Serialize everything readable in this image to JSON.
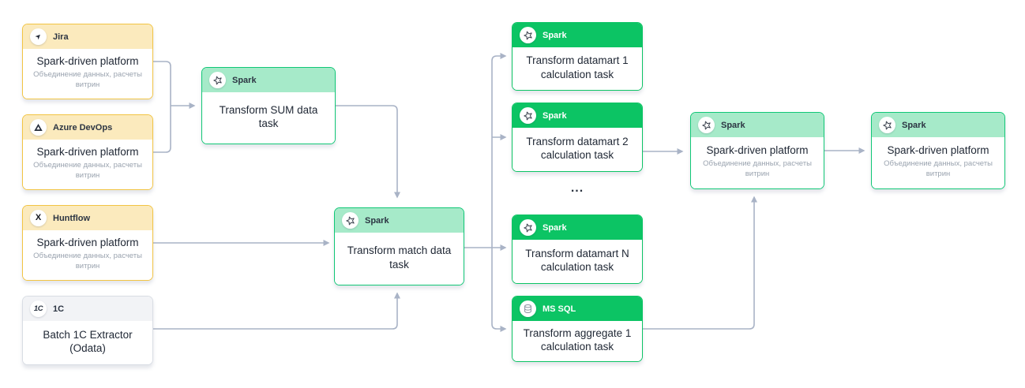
{
  "nodes": {
    "jira": {
      "header": "Jira",
      "icon": "jira-icon",
      "title": "Spark-driven platform",
      "subtitle": "Объединение данных, расчеты витрин"
    },
    "azure_devops": {
      "header": "Azure DevOps",
      "icon": "azure-devops-icon",
      "title": "Spark-driven platform",
      "subtitle": "Объединение данных, расчеты витрин"
    },
    "huntflow": {
      "header": "Huntflow",
      "icon": "huntflow-icon",
      "title": "Spark-driven platform",
      "subtitle": "Объединение данных, расчеты витрин"
    },
    "one_c": {
      "header": "1C",
      "icon": "1c-icon",
      "title": "Batch 1C Extractor (Odata)"
    },
    "transform_sum": {
      "header": "Spark",
      "icon": "spark-icon",
      "title": "Transform SUM data task"
    },
    "transform_match": {
      "header": "Spark",
      "icon": "spark-icon",
      "title": "Transform match data task"
    },
    "datamart_1": {
      "header": "Spark",
      "icon": "spark-icon",
      "title": "Transform datamart 1 calculation task"
    },
    "datamart_2": {
      "header": "Spark",
      "icon": "spark-icon",
      "title": "Transform datamart 2 calculation task"
    },
    "datamart_n": {
      "header": "Spark",
      "icon": "spark-icon",
      "title": "Transform datamart N calculation task"
    },
    "aggregate_1": {
      "header": "MS SQL",
      "icon": "mssql-icon",
      "title": "Transform aggregate 1 calculation task"
    },
    "platform_mid": {
      "header": "Spark",
      "icon": "spark-icon",
      "title": "Spark-driven platform",
      "subtitle": "Объединение данных, расчеты витрин"
    },
    "platform_right": {
      "header": "Spark",
      "icon": "spark-icon",
      "title": "Spark-driven platform",
      "subtitle": "Объединение данных, расчеты витрин"
    }
  },
  "ellipsis": "...",
  "edges": [
    {
      "from": "jira",
      "to": "transform_sum"
    },
    {
      "from": "azure_devops",
      "to": "transform_sum"
    },
    {
      "from": "transform_sum",
      "to": "transform_match"
    },
    {
      "from": "huntflow",
      "to": "transform_match"
    },
    {
      "from": "one_c",
      "to": "transform_match"
    },
    {
      "from": "transform_match",
      "to": "datamart_1"
    },
    {
      "from": "transform_match",
      "to": "datamart_2"
    },
    {
      "from": "transform_match",
      "to": "datamart_n"
    },
    {
      "from": "transform_match",
      "to": "aggregate_1"
    },
    {
      "from": "datamart_2",
      "to": "platform_mid"
    },
    {
      "from": "aggregate_1",
      "to": "platform_mid"
    },
    {
      "from": "platform_mid",
      "to": "platform_right"
    }
  ],
  "colors": {
    "source_border": "#F2C443",
    "source_header_bg": "#FBEABD",
    "neutral_border": "#D9DDE4",
    "neutral_header_bg": "#F2F3F6",
    "task_mint_header_bg": "#A6EAC9",
    "task_mint_border": "#10C776",
    "task_green": "#0CC464",
    "connector": "#A9B3C6"
  }
}
